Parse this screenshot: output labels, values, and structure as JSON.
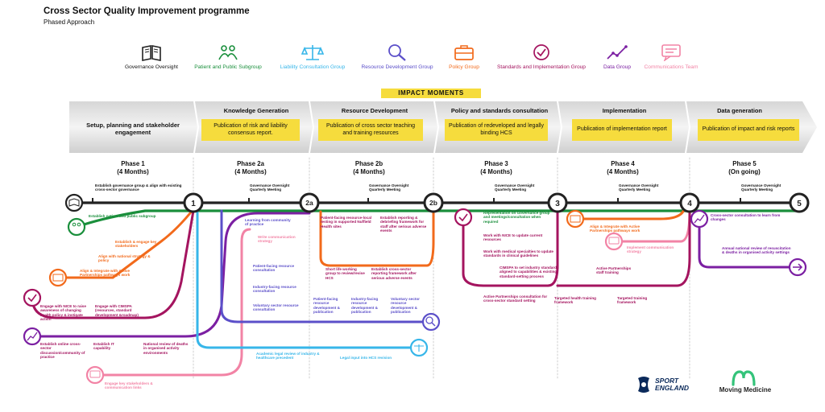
{
  "title": "Cross Sector Quality Improvement programme",
  "subtitle": "Phased Approach",
  "legend": [
    {
      "label": "Governance Oversight",
      "color": "#222222",
      "icon": "book-icon"
    },
    {
      "label": "Patient and Public Subgroup",
      "color": "#1a8f3c",
      "icon": "people-icon"
    },
    {
      "label": "Liability Consultation Group",
      "color": "#37b6e9",
      "icon": "scales-icon"
    },
    {
      "label": "Resource Development Group",
      "color": "#5b4fc9",
      "icon": "search-icon"
    },
    {
      "label": "Policy Group",
      "color": "#f26a1b",
      "icon": "briefcase-icon"
    },
    {
      "label": "Standards and Implementation Group",
      "color": "#a4145f",
      "icon": "checkmark-icon"
    },
    {
      "label": "Data Group",
      "color": "#7b1fa2",
      "icon": "trend-chart-icon"
    },
    {
      "label": "Communications Team",
      "color": "#f283a5",
      "icon": "message-icon"
    }
  ],
  "impact_moments": "IMPACT MOMENTS",
  "stages": {
    "setup": "Setup, planning and stakeholder engagement",
    "knowledge": "Knowledge Generation",
    "resource": "Resource Development",
    "policy": "Policy and standards consultation",
    "implementation": "Implementation",
    "data": "Data generation"
  },
  "publications": {
    "knowledge": "Publication of risk and liability consensus report.",
    "resource": "Publication of cross sector teaching and training resources",
    "policy": "Publication of redeveloped and legally binding HCS",
    "implementation": "Publication of implementation report",
    "data": "Publication of impact and risk reports"
  },
  "phases": [
    {
      "name": "Phase 1",
      "duration": "(4 Months)"
    },
    {
      "name": "Phase 2a",
      "duration": "(4 Months)"
    },
    {
      "name": "Phase 2b",
      "duration": "(4 Months)"
    },
    {
      "name": "Phase 3",
      "duration": "(4 Months)"
    },
    {
      "name": "Phase 4",
      "duration": "(4 Months)"
    },
    {
      "name": "Phase 5",
      "duration": "(On going)"
    }
  ],
  "nodes": [
    "1",
    "2a",
    "2b",
    "3",
    "4",
    "5"
  ],
  "activities": {
    "gov_establish": "Establish governance group & align with existing cross-sector governance",
    "gov_meeting": "Governance Oversight Quarterly Meeting",
    "pp_establish": "Establish patient and public subgroup",
    "pol_engage": "Establish & engage key stakeholders",
    "pol_align": "Align with national strategy & policy",
    "pol_align_active": "Align & Integrate with Active Partnerships pathways work",
    "std_nice": "Engage with NICE to raise awareness of changing health policy & instigate action",
    "std_cimspa": "Engage with CIMSPA (resources, standard development &roadmap)",
    "data_online": "Establish online cross-sector discussion/community of practice",
    "data_it": "Establish IT capability",
    "data_review": "National review of deaths in organised activity environments",
    "comms_engage": "Engage key stakeholders & communication links",
    "learning": "Learning from community of practice",
    "write_comms": "Write communication strategy",
    "patient_facing": "Patient-facing resource consultation",
    "industry_facing": "Industry-facing resource consultation",
    "voluntary": "Voluntary sector resource consultation",
    "patient_dev": "Patient-facing resource development & publication",
    "industry_dev": "Industry-facing resource development & publication",
    "voluntary_dev": "Voluntary sector resource development & publication",
    "academic_review": "Academic legal review of industry & healthcare precedent",
    "legal_input": "Legal input into HCS revision",
    "patient_testing": "Patient-facing resource-local testing in supported Nuffield Health sites",
    "debrief": "Establish reporting & debriefing framework for staff after serious adverse events",
    "short_life": "Short life working group to review/revise HCS",
    "cross_sector_report": "Establish cross-sector reporting framework after serious adverse events",
    "representation": "Representation on Governance group and meetings/consultation when required",
    "nice_update": "Work with NICE to update current resources",
    "medical": "Work with medical specialties to update standards in clinical guidelines",
    "cimspa_set": "CIMSPA to set industry standards aligned to capabilities & existing standard-setting process",
    "active_consult": "Active Partnerships consultation for cross-sector standard setting",
    "targeted_health": "Targeted health training framework",
    "active_staff": "Active Partnerships staff training",
    "targeted_training": "Targeted training framework",
    "align_active_4": "Align & Integrate with Active Partnerships pathways work",
    "implement_comms": "Implement communication strategy",
    "cross_sector_consult": "Cross-sector consultation to learn from changes",
    "annual_review": "Annual national review of resuscitation & deaths in organised activity settings"
  },
  "logos": {
    "sport_england": "SPORT ENGLAND",
    "moving_medicine": "Moving Medicine"
  }
}
